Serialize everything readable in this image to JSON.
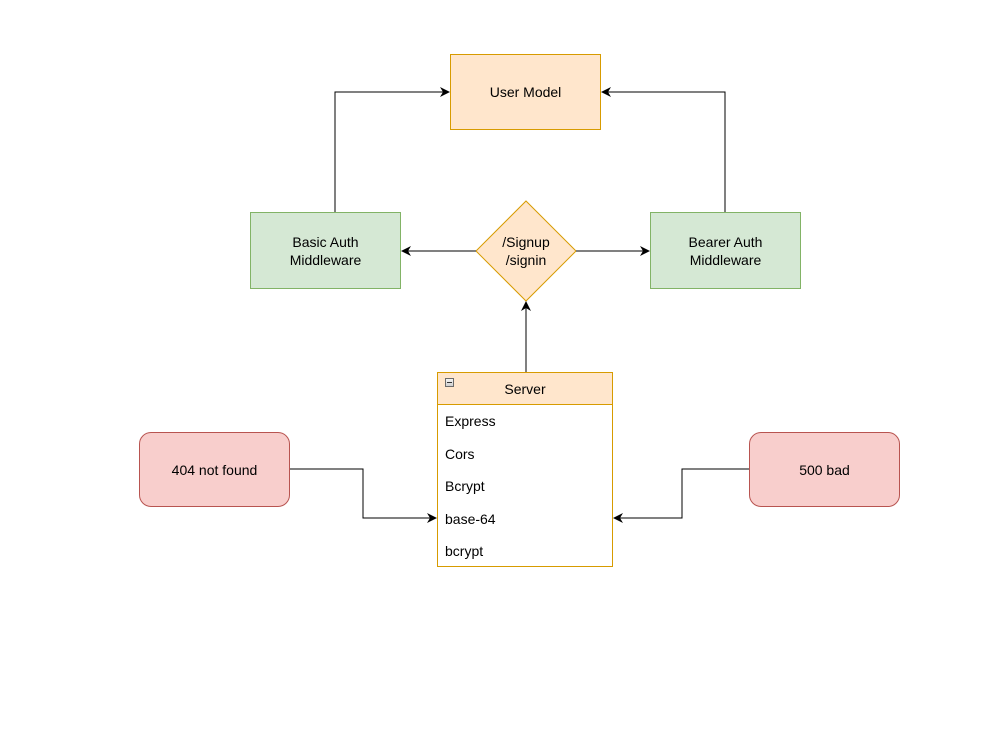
{
  "nodes": {
    "user_model": "User Model",
    "basic_auth": "Basic Auth\nMiddleware",
    "bearer_auth": "Bearer Auth\nMiddleware",
    "routes": "/Signup\n/signin",
    "error_404": "404 not found",
    "error_500": "500 bad"
  },
  "server": {
    "title": "Server",
    "items": [
      "Express",
      "Cors",
      "Bcrypt",
      "base-64",
      "bcrypt"
    ]
  },
  "colors": {
    "orange_fill": "#ffe6cc",
    "orange_stroke": "#d79b00",
    "green_fill": "#d5e8d4",
    "green_stroke": "#82b366",
    "red_fill": "#f8cecc",
    "red_stroke": "#b85450"
  }
}
